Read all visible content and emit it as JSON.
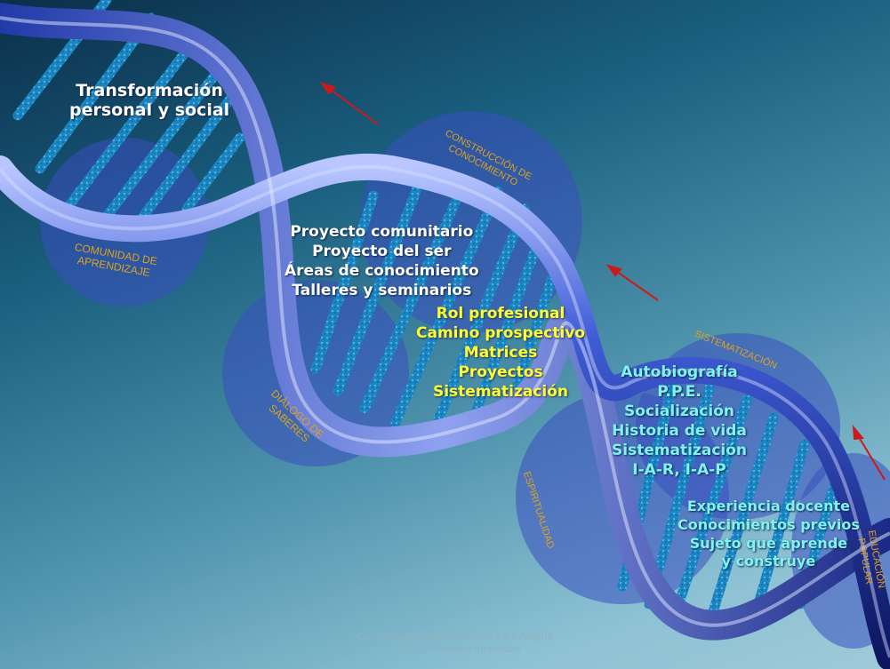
{
  "top_left_block": {
    "line1": "Transformación",
    "line2": "personal y social"
  },
  "circle_labels": {
    "comunidad_line1": "COMUNIDAD DE",
    "comunidad_line2": "APRENDIZAJE",
    "construccion_line1": "CONSTRUCCIÓN DE",
    "construccion_line2": "CONOCIMIENTO",
    "dialogo_line1": "DIÁLOGO DE",
    "dialogo_line2": "SABERES",
    "sistematizacion": "SISTEMATIZACIÓN",
    "espiritualidad": "ESPIRITUALIDAD",
    "educacion_line1": "EDUCACIÓN",
    "educacion_line2": "POPULAR"
  },
  "white_list": [
    "Proyecto comunitario",
    "Proyecto del ser",
    "Áreas de conocimiento",
    "Talleres y seminarios"
  ],
  "yellow_list": [
    "Rol profesional",
    "Camino prospectivo",
    "Matrices",
    "Proyectos",
    "Sistematización"
  ],
  "cyan_list_upper": [
    "Autobiografía",
    "P.P.E.",
    "Socialización",
    "Historia de vida",
    "Sistematización",
    "I-A-R, I-A-P"
  ],
  "cyan_list_lower": [
    "Experiencia docente",
    "Conocimientos previos",
    "Sujeto que aprende",
    "y construye"
  ],
  "footer": {
    "line1": "Centro de Profesionalización Fé y Alegría",
    "line2": "C.P.F.A. - Modelo Innovador"
  },
  "colors": {
    "circle": "#3b4fbf",
    "strand": "#2a46b8",
    "rung": "#1e8fc8",
    "arrow": "#cc1a1a",
    "orange_text": "#e0a020"
  }
}
